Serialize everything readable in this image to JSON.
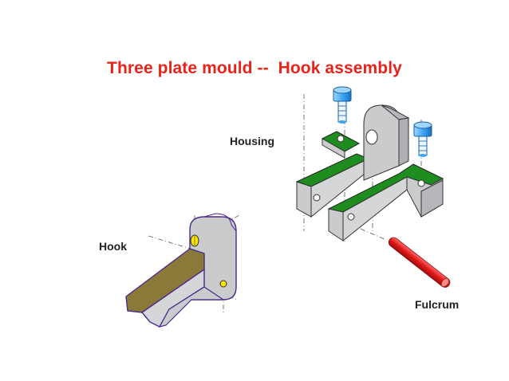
{
  "title": "Three plate mould --  Hook assembly",
  "labels": {
    "housing": "Housing",
    "hook": "Hook",
    "fulcrum": "Fulcrum"
  },
  "colors": {
    "title": "#e8231a",
    "housing_face": "#c9cbcd",
    "housing_top": "#1f8c1f",
    "hook_face": "#c9cbcd",
    "hook_top": "#8a7a3a",
    "hook_edge": "#4b2a8a",
    "screw": "#3fa9f5",
    "fulcrum": "#e01818",
    "hole": "#ffe600"
  },
  "parts": [
    "housing",
    "hook",
    "fulcrum",
    "screw-left",
    "screw-right"
  ]
}
